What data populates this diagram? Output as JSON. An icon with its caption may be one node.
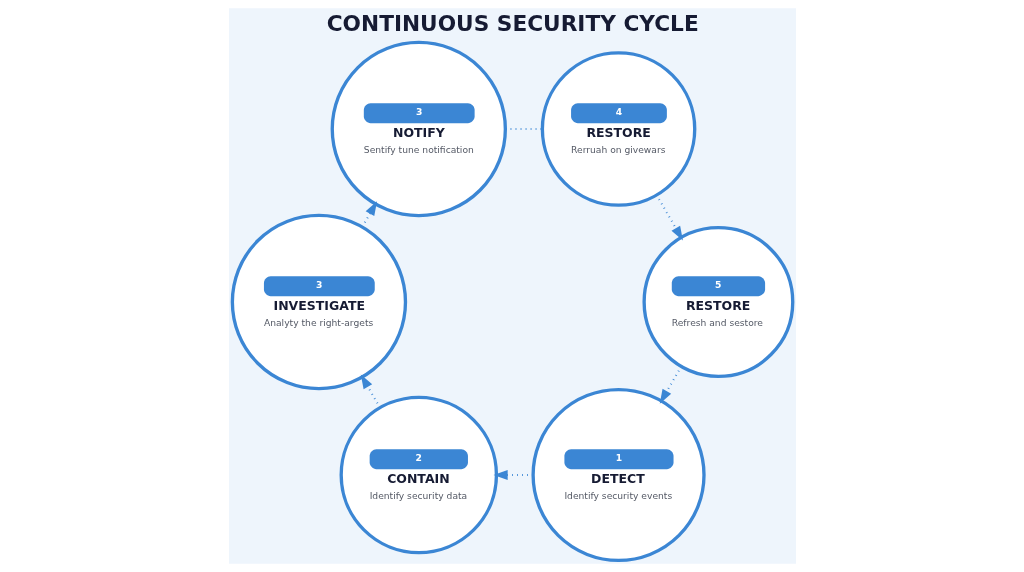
{
  "diagram": {
    "title": "CONTINUOUS SECURITY CYCLE",
    "nodes": [
      {
        "text": [
          "1",
          "DETECT",
          "Identify security events"
        ]
      },
      {
        "text": [
          "2",
          "CONTAIN",
          "Identify security data"
        ]
      },
      {
        "text": [
          "3",
          "INVESTIGATE",
          "Analyty the right-argets"
        ]
      },
      {
        "text": [
          "3",
          "NOTIFY",
          "Sentify tune notification"
        ]
      },
      {
        "text": [
          "4",
          "RESTORE",
          "Rerruah on givewars"
        ]
      },
      {
        "text": [
          "5",
          "RESTORE",
          "Refresh and sestore"
        ]
      }
    ],
    "edges": [
      {
        "from": 0,
        "to": 1,
        "arrow": "to",
        "style": "dashed"
      },
      {
        "from": 1,
        "to": 2,
        "arrow": "to",
        "style": "dashed"
      },
      {
        "from": 2,
        "to": 3,
        "arrow": "to",
        "style": "dashed"
      },
      {
        "from": 3,
        "to": 4,
        "arrow": "none",
        "style": "dashed"
      },
      {
        "from": 4,
        "to": 5,
        "arrow": "to",
        "style": "dashed"
      },
      {
        "from": 5,
        "to": 0,
        "arrow": "to",
        "style": "dashed"
      }
    ]
  }
}
